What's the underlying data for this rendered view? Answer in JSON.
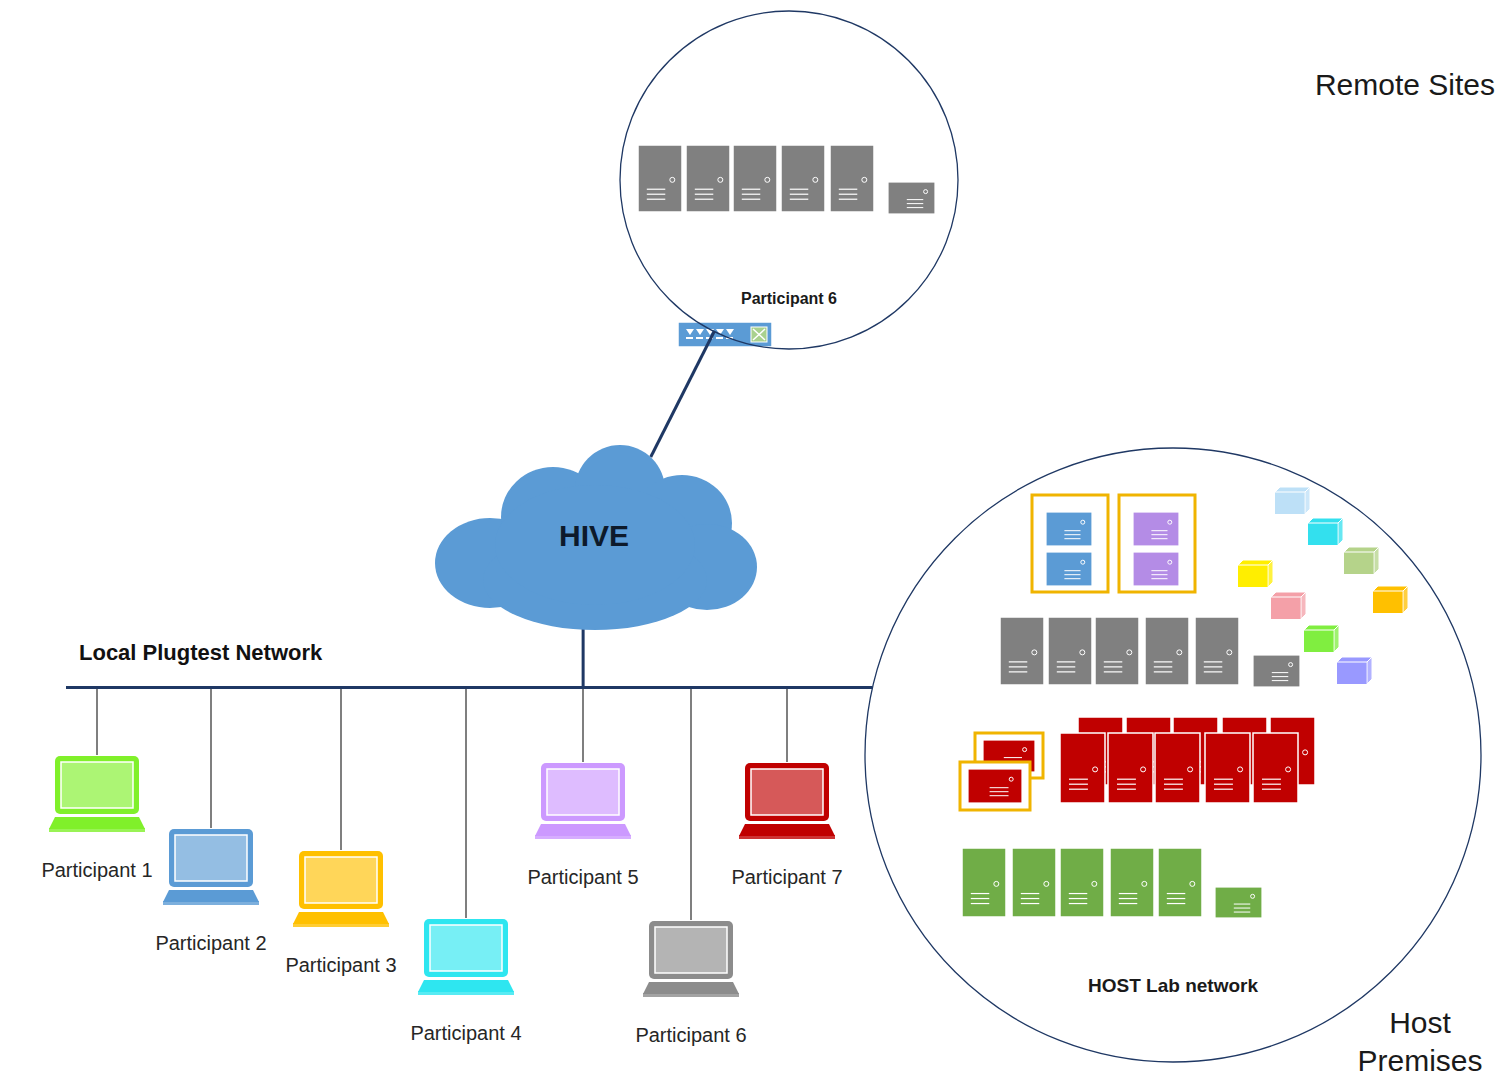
{
  "diagram": {
    "nodes": [
      {
        "text": [
          "Participant 6"
        ]
      },
      {
        "text": [
          "HIVE"
        ]
      },
      {
        "text": [
          "Local Plugtest Network"
        ]
      },
      {
        "text": [
          "HOST Lab network"
        ]
      },
      {
        "text": [
          "Participant 1"
        ]
      },
      {
        "text": [
          "Participant 2"
        ]
      },
      {
        "text": [
          "Participant 3"
        ]
      },
      {
        "text": [
          "Participant 4"
        ]
      },
      {
        "text": [
          "Participant 5"
        ]
      },
      {
        "text": [
          "Participant 6"
        ]
      },
      {
        "text": [
          "Participant 7"
        ]
      }
    ],
    "edges": [
      {
        "from": 0,
        "to": 1,
        "arrow": "none"
      },
      {
        "from": 1,
        "to": 2,
        "arrow": "none"
      },
      {
        "from": 4,
        "to": 2,
        "arrow": "none"
      },
      {
        "from": 5,
        "to": 2,
        "arrow": "none"
      },
      {
        "from": 6,
        "to": 2,
        "arrow": "none"
      },
      {
        "from": 7,
        "to": 2,
        "arrow": "none"
      },
      {
        "from": 8,
        "to": 2,
        "arrow": "none"
      },
      {
        "from": 9,
        "to": 2,
        "arrow": "none"
      },
      {
        "from": 10,
        "to": 2,
        "arrow": "none"
      },
      {
        "from": 2,
        "to": 3,
        "arrow": "none"
      }
    ],
    "labels": [
      "Remote Sites",
      "Host Premises"
    ]
  }
}
